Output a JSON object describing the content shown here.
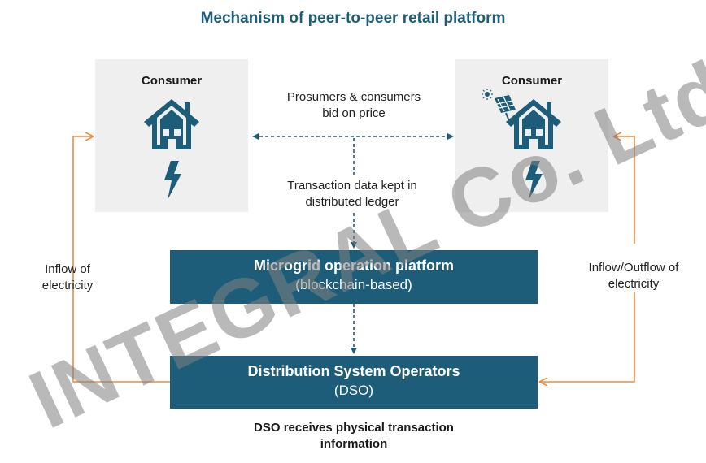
{
  "title": "Mechanism of peer-to-peer retail platform",
  "consumer_left": {
    "label": "Consumer",
    "icons": [
      "house-icon",
      "lightning-icon"
    ]
  },
  "consumer_right": {
    "label": "Consumer",
    "icons": [
      "solar-panel-icon",
      "house-icon",
      "lightning-icon"
    ]
  },
  "bid_note": {
    "line1": "Prosumers & consumers",
    "line2": "bid on price"
  },
  "ledger_note": {
    "line1": "Transaction data kept in",
    "line2": "distributed ledger"
  },
  "platform": {
    "title": "Microgrid operation platform",
    "subtitle": "(blockchain-based)"
  },
  "dso": {
    "title": "Distribution System Operators",
    "subtitle": "(DSO)"
  },
  "inflow_left": {
    "line1": "Inflow of",
    "line2": "electricity"
  },
  "inflow_right": {
    "line1": "Inflow/Outflow of",
    "line2": "electricity"
  },
  "dso_caption": {
    "line1": "DSO receives physical transaction",
    "line2": "information"
  },
  "watermark": "INTEGRAL Co. Ltd",
  "colors": {
    "navy": "#1d5d7a",
    "orange": "#f08a3c",
    "box_gray": "#efefef"
  }
}
